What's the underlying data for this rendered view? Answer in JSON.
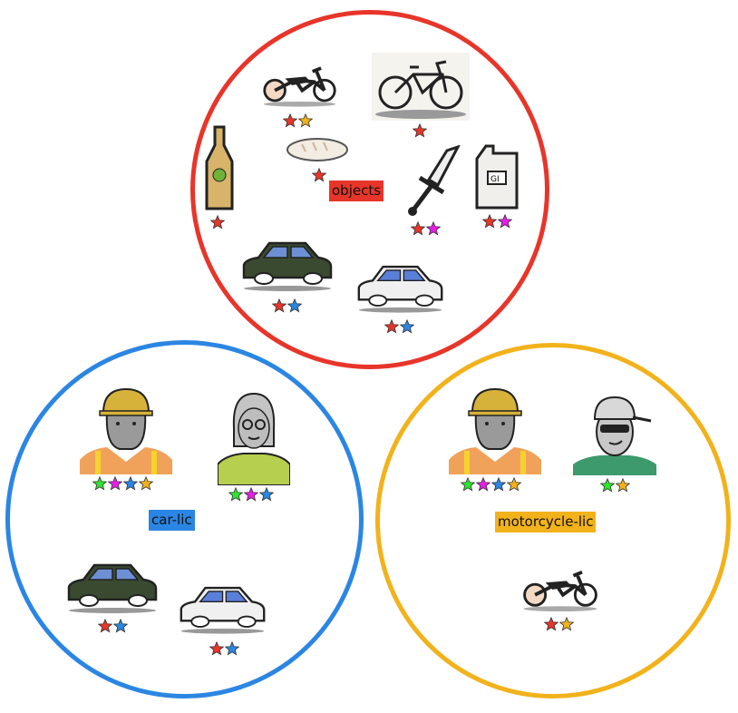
{
  "colors": {
    "red": "#e8352a",
    "orange": "#f2b21b",
    "blue": "#2b86e3",
    "magenta": "#e81ee8",
    "green": "#2ee62e"
  },
  "groups": [
    {
      "label": "objects",
      "color": "#e8352a",
      "items": [
        {
          "icon": "motorcycle-icon",
          "stars": [
            "red",
            "orange"
          ]
        },
        {
          "icon": "bicycle-icon",
          "stars": [
            "red"
          ]
        },
        {
          "icon": "bottle-icon",
          "stars": [
            "red"
          ]
        },
        {
          "icon": "bread-icon",
          "stars": [
            "red"
          ]
        },
        {
          "icon": "sword-icon",
          "stars": [
            "red",
            "magenta"
          ]
        },
        {
          "icon": "jerrycan-icon",
          "stars": [
            "red",
            "magenta"
          ]
        },
        {
          "icon": "dark-car-icon",
          "stars": [
            "red",
            "blue"
          ]
        },
        {
          "icon": "blue-car-icon",
          "stars": [
            "red",
            "blue"
          ]
        }
      ]
    },
    {
      "label": "car-lic",
      "color": "#2b86e3",
      "items": [
        {
          "icon": "construction-worker-icon",
          "stars": [
            "green",
            "magenta",
            "blue",
            "orange"
          ]
        },
        {
          "icon": "woman-glasses-icon",
          "stars": [
            "green",
            "magenta",
            "blue"
          ]
        },
        {
          "icon": "dark-car-icon",
          "stars": [
            "red",
            "blue"
          ]
        },
        {
          "icon": "blue-car-icon",
          "stars": [
            "red",
            "blue"
          ]
        }
      ]
    },
    {
      "label": "motorcycle-lic",
      "color": "#f2b21b",
      "items": [
        {
          "icon": "construction-worker-icon",
          "stars": [
            "green",
            "magenta",
            "blue",
            "orange"
          ]
        },
        {
          "icon": "young-man-cap-icon",
          "stars": [
            "green",
            "orange"
          ]
        },
        {
          "icon": "motorcycle-icon",
          "stars": [
            "red",
            "orange"
          ]
        }
      ]
    }
  ]
}
